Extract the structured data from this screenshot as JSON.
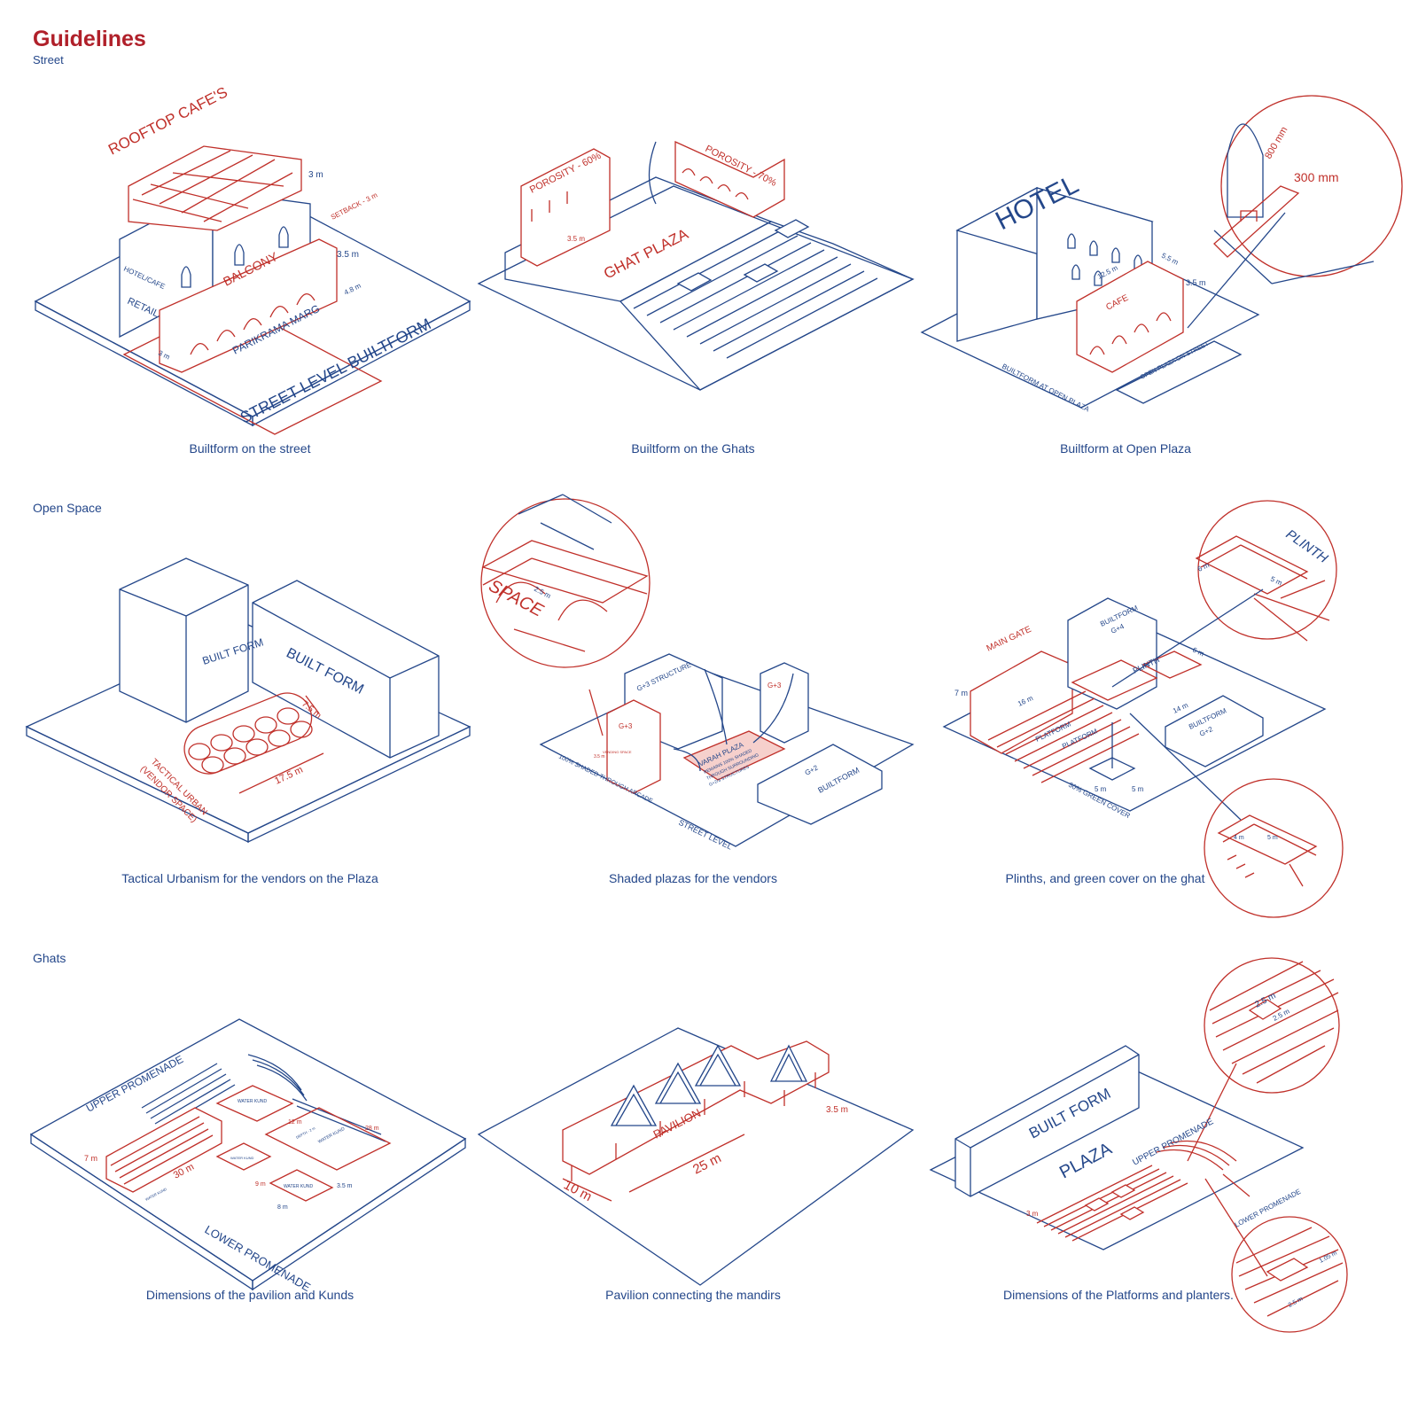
{
  "header": {
    "title": "Guidelines"
  },
  "sections": {
    "street": "Street",
    "open_space": "Open Space",
    "ghats": "Ghats"
  },
  "panels": {
    "p1": {
      "caption": "Builtform on the street",
      "labels": {
        "rooftop": "ROOFTOP CAFE'S",
        "balcony": "BALCONY",
        "hotel": "HOTEL/CAFE",
        "retail": "RETAIL",
        "marg": "PARIKRAMA MARG",
        "level": "STREET LEVEL BUILTFORM",
        "setback": "SETBACK - 3 m",
        "d_3m_top": "3 m",
        "d_35m": "3.5 m",
        "d_48m": "4.8 m",
        "d_3m_bottom": "3 m"
      }
    },
    "p2": {
      "caption": "Builtform on the Ghats",
      "labels": {
        "porosity60": "POROSITY - 60%",
        "porosity70": "POROSITY - 70%",
        "plaza": "GHAT PLAZA",
        "d_35m": "3.5 m"
      }
    },
    "p3": {
      "caption": "Builtform at Open Plaza",
      "labels": {
        "hotel": "HOTEL",
        "cafe": "CAFE",
        "open_plaza": "OPEN PLAZA ON STREET",
        "level": "BUILTFORM AT OPEN PLAZA",
        "d_800": "800 mm",
        "d_300": "300 mm",
        "d_55m": "5.5 m",
        "d_125m": "12.5 m",
        "d_35m": "3.5 m"
      }
    },
    "p4": {
      "caption": "Tactical Urbanism for the vendors on the Plaza",
      "labels": {
        "bf1": "BUILT FORM",
        "bf2": "BUILT FORM",
        "tactical": "TACTICAL URBAN",
        "vendor": "(VENDOR SPACE)",
        "d_75m": "7.5 m",
        "d_175m": "17.5 m"
      }
    },
    "p5": {
      "caption": "Shaded plazas for the vendors",
      "labels": {
        "space": "SPACE",
        "d_25m": "2.5 m",
        "g3s": "G+3 STRUCTURE",
        "g3a": "G+3",
        "g3b": "G+3",
        "g2": "G+2",
        "builtform": "BUILTFORM",
        "varah": "VARAH PLAZA",
        "varah_note1": "REMAINS 100% SHADED",
        "varah_note2": "THROUGH SURROUNDING",
        "varah_note3": "G+2/3 STRUCTURES",
        "shaded": "100% SHADED THROUGH ARCADE",
        "street": "STREET LEVEL",
        "d_35m": "3.5 m",
        "vending": "VENDING SPACE"
      }
    },
    "p6": {
      "caption": "Plinths, and green cover on the ghat",
      "labels": {
        "plinth_zoom": "PLINTH",
        "d_6m": "6 m",
        "d_5m": "5 m",
        "main_gate": "MAIN GATE",
        "builtform_a": "BUILTFORM",
        "g4": "G+4",
        "builtform_b": "BUILTFORM",
        "g2": "G+2",
        "plinth": "PLINTH",
        "platform1": "PLATFORM",
        "platform2": "PLATFORM",
        "d_7m": "7 m",
        "d_16m": "16 m",
        "d_14m": "14 m",
        "d_6m_b": "6 m",
        "d_5m_a": "5 m",
        "d_5m_b": "5 m",
        "green": "30% GREEN COVER",
        "d_4m": "4 m",
        "d_5m_c": "5 m"
      }
    },
    "p7": {
      "caption": "Dimensions of the pavilion and Kunds",
      "labels": {
        "upper": "UPPER PROMENADE",
        "lower": "LOWER PROMENADE",
        "kund_a": "WATER KUND",
        "kund_b": "WATER KUND",
        "kund_c": "WATER KUND",
        "kund_d": "WATER KUND",
        "kund_e": "WATER KUND",
        "d_30m": "30 m",
        "d_7m": "7 m",
        "d_12m": "12 m",
        "d_28m": "28 m",
        "d_9m": "9 m",
        "d_35m": "3.5 m",
        "d_8m": "8 m",
        "depth": "DEPTH - 2 m"
      }
    },
    "p8": {
      "caption": "Pavilion connecting the mandirs",
      "labels": {
        "pavilion": "PAVILION",
        "d_10m": "10 m",
        "d_25m": "25 m",
        "d_35m": "3.5 m"
      }
    },
    "p9": {
      "caption": "Dimensions of the Platforms and planters.",
      "labels": {
        "builtform": "BUILT FORM",
        "plaza": "PLAZA",
        "upper": "UPPER PROMENADE",
        "lower": "LOWER PROMENADE",
        "d_3m": "3 m",
        "d_25m_a": "2.5 m",
        "d_25m_b": "2.5 m",
        "d_105m": "1.05 m",
        "d_25m_c": "2.5 m"
      }
    }
  },
  "colors": {
    "red": "#c0302a",
    "blue": "#24478a",
    "pink": "#f6d0cc"
  }
}
